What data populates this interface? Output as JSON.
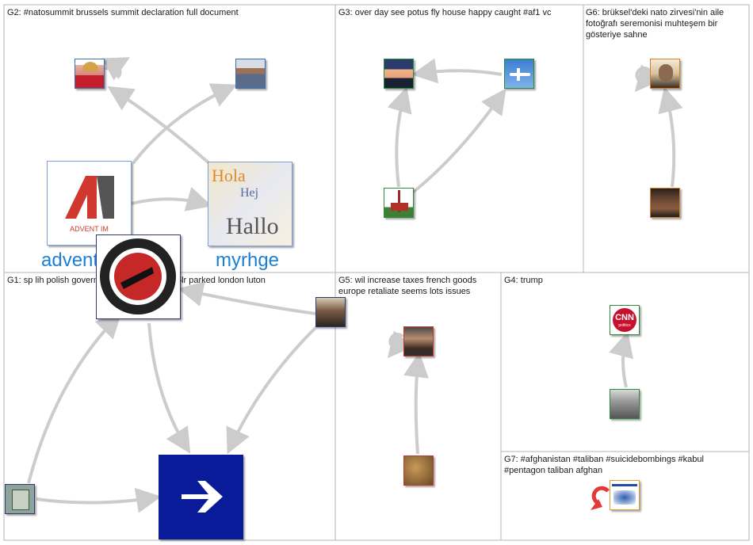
{
  "groups": {
    "g2": {
      "title": "G2: #natosummit brussels summit declaration full document"
    },
    "g3": {
      "title": "G3: over day see potus fly house happy caught #af1 vc"
    },
    "g6": {
      "title": "G6: brüksel'deki nato zirvesi'nin aile fotoğrafı seremonisi muhteşem bir gösteriye sahne"
    },
    "g1": {
      "title": "G1: sp lih polish government embraer erj 175lr parked london luton"
    },
    "g5": {
      "title": "G5: wil increase taxes french goods europe retaliate seems lots issues"
    },
    "g4": {
      "title": "G4: trump"
    },
    "g7": {
      "title": "G7: #afghanistan #taliban #suicidebombings #kabul #pentagon taliban afghan"
    }
  },
  "nodes": {
    "advent": {
      "label": "advent_im",
      "logo_text": "ADVENT IM"
    },
    "myrhge": {
      "label": "myrhge",
      "cloud_words": [
        "Hola",
        "Hej",
        "Hallo"
      ]
    },
    "cnn": {
      "logo_text": "CNN",
      "sub_text": "politics"
    }
  },
  "colors": {
    "edge": "#cccccc",
    "panel_border": "#b4b4b4",
    "label_blue": "#1b7fd6",
    "node_border_blue": "#3d6fb8",
    "node_border_green": "#2e8b3a",
    "node_border_orange": "#d7822a",
    "node_border_red": "#c0392b",
    "self_loop_red": "#e53935"
  }
}
